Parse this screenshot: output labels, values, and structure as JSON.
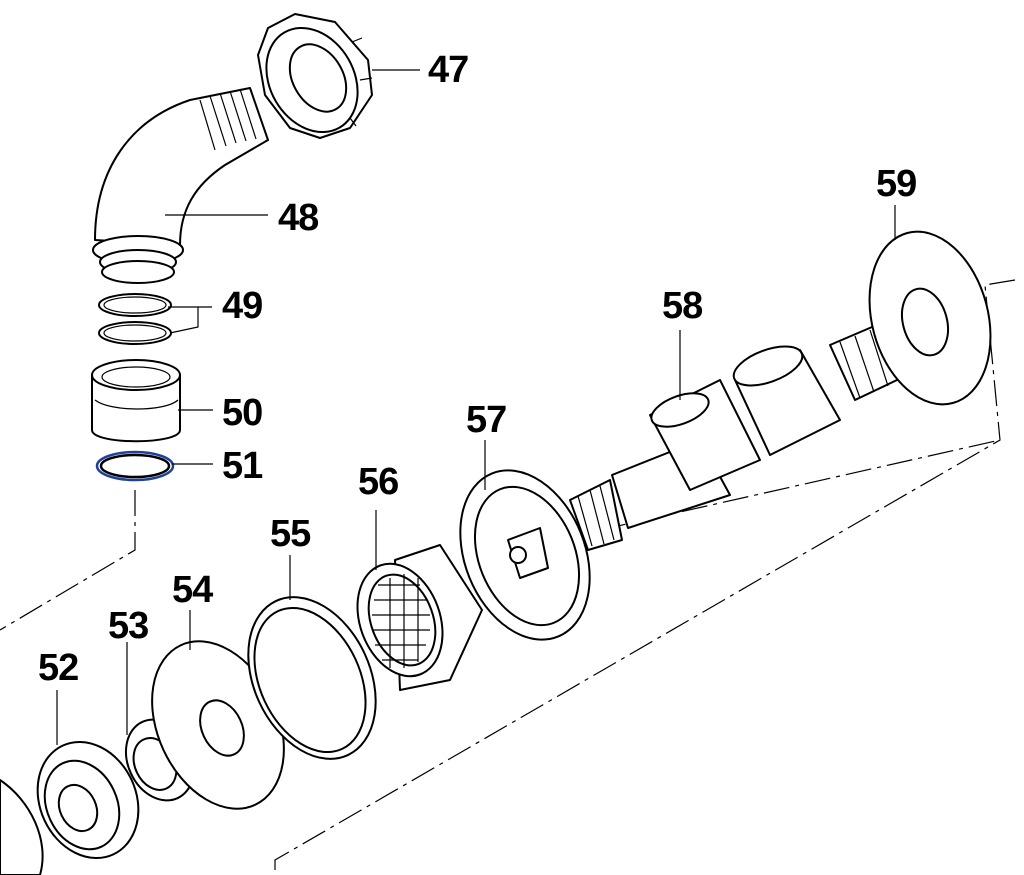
{
  "diagram": {
    "callouts": [
      {
        "id": "47",
        "label": "47"
      },
      {
        "id": "48",
        "label": "48"
      },
      {
        "id": "49",
        "label": "49"
      },
      {
        "id": "50",
        "label": "50"
      },
      {
        "id": "51",
        "label": "51"
      },
      {
        "id": "52",
        "label": "52"
      },
      {
        "id": "53",
        "label": "53"
      },
      {
        "id": "54",
        "label": "54"
      },
      {
        "id": "55",
        "label": "55"
      },
      {
        "id": "56",
        "label": "56"
      },
      {
        "id": "57",
        "label": "57"
      },
      {
        "id": "58",
        "label": "58"
      },
      {
        "id": "59",
        "label": "59"
      }
    ],
    "highlighted_part": "51",
    "highlight_color": "#1f3f9c",
    "line_color": "#000000",
    "background_color": "#ffffff"
  }
}
